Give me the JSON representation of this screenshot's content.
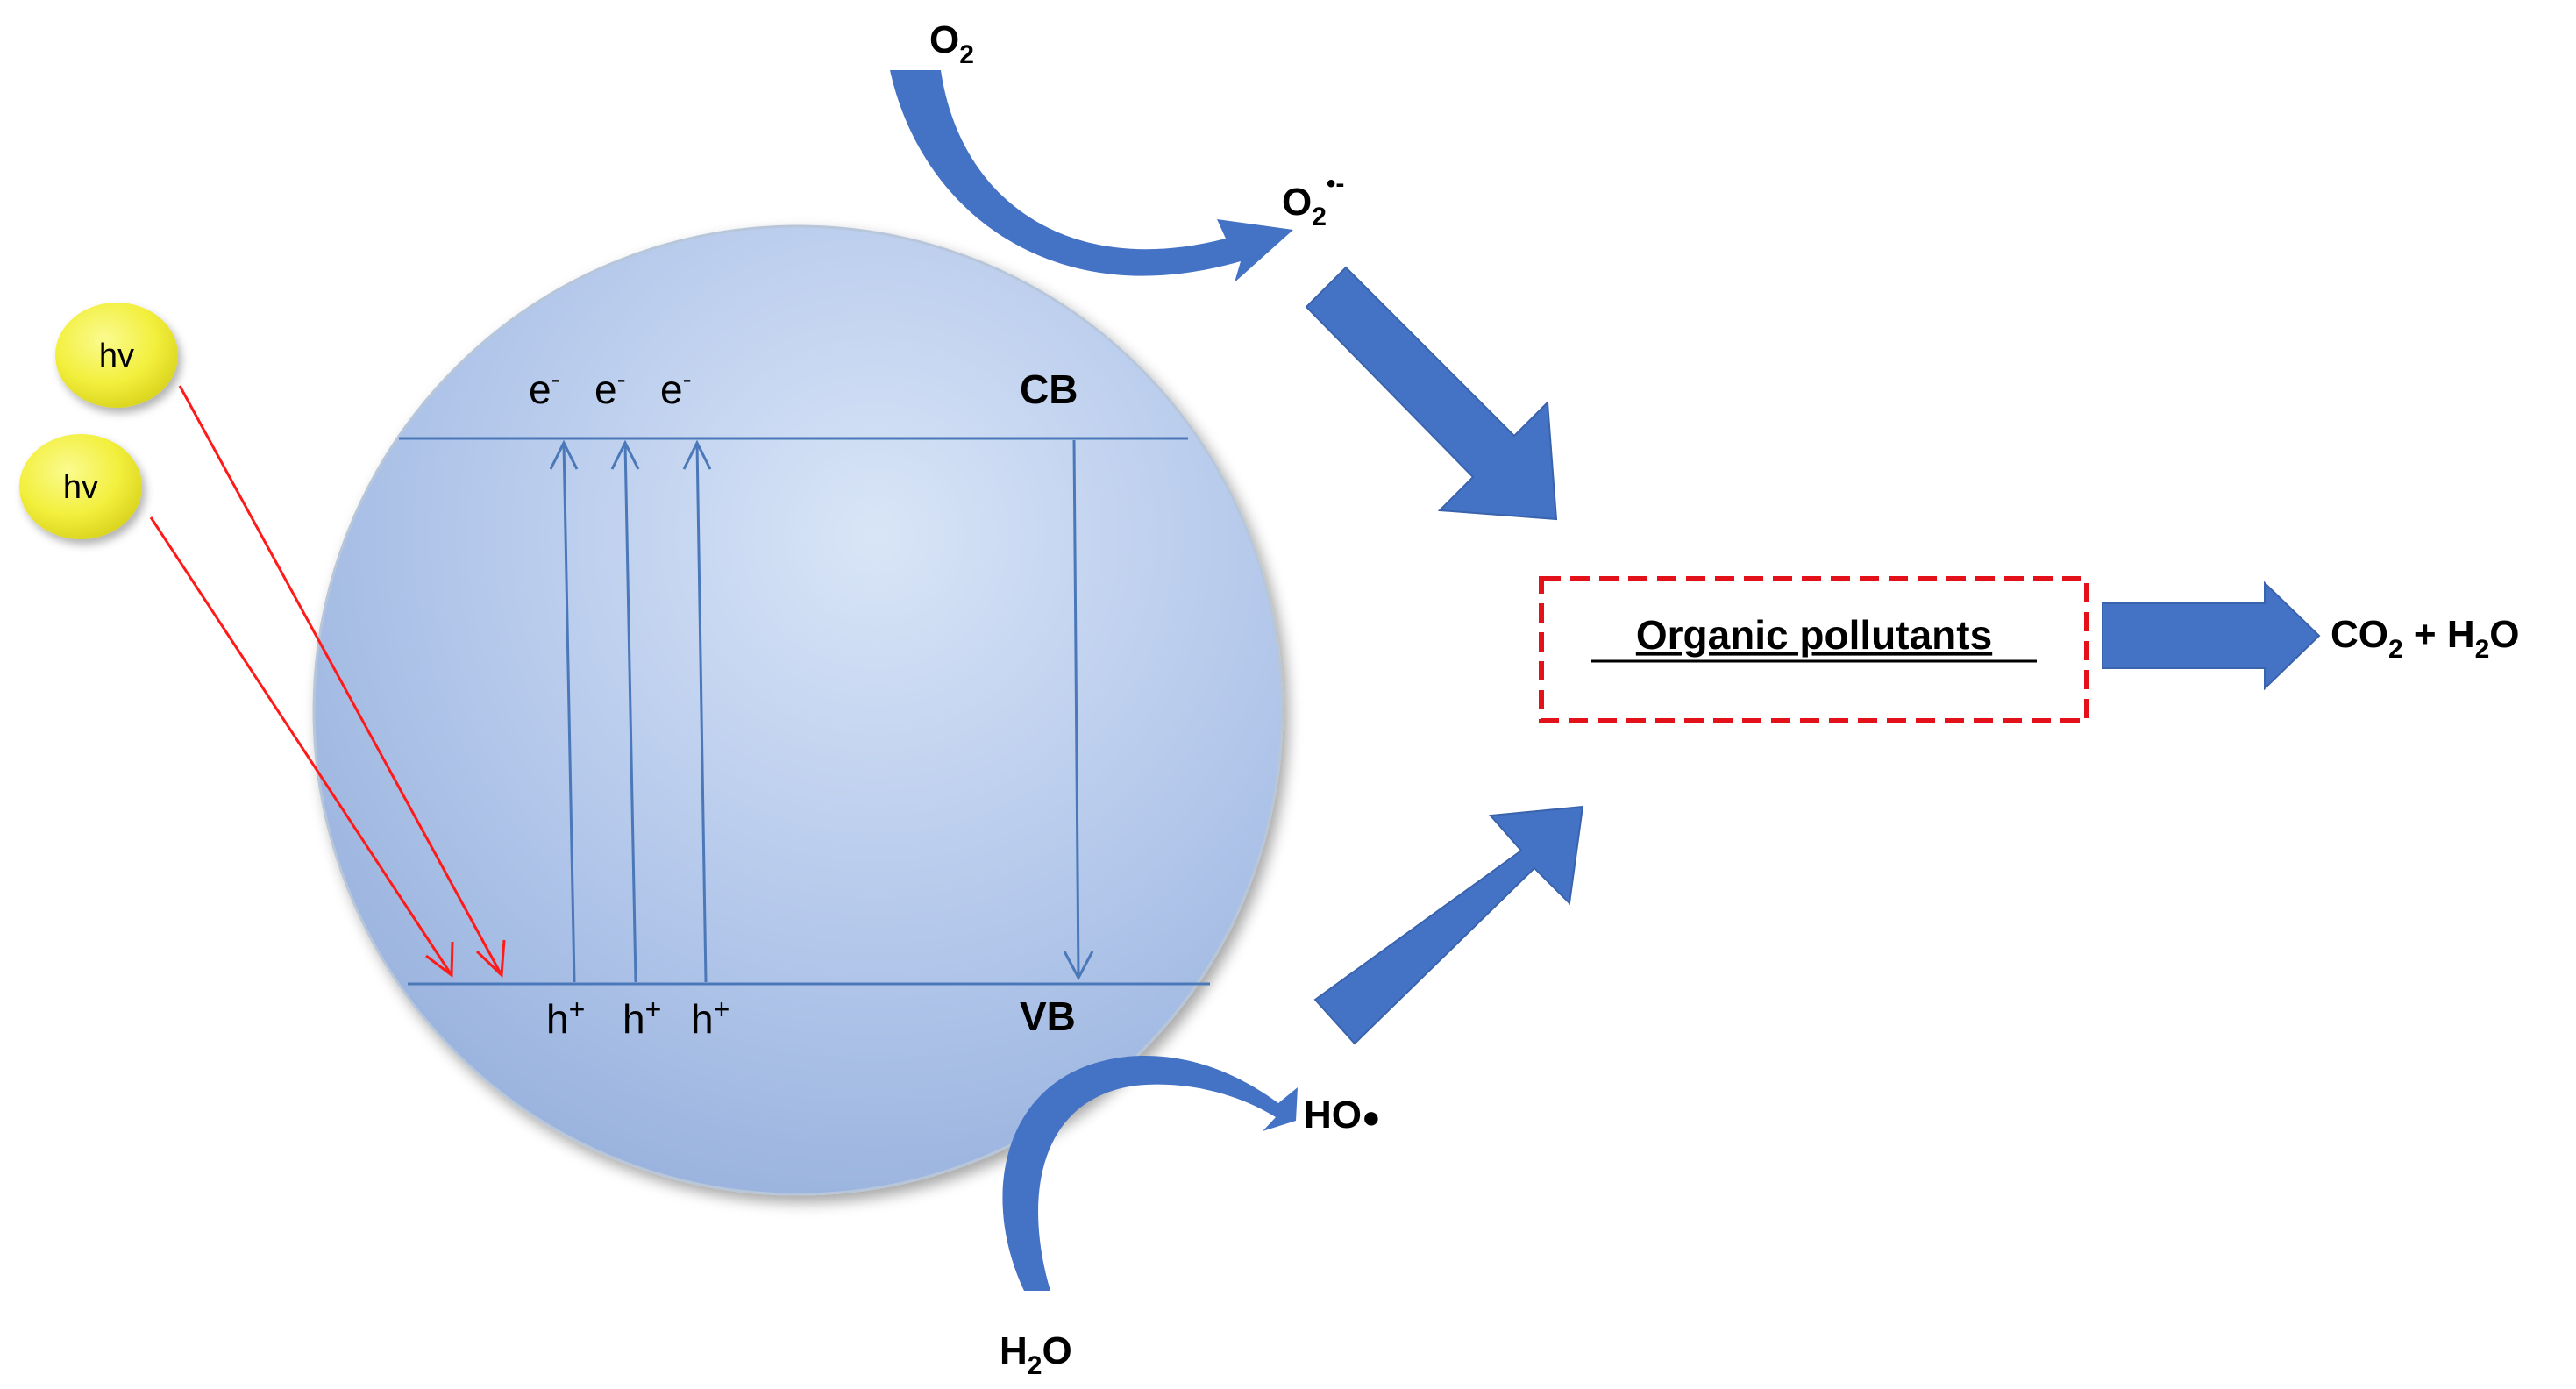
{
  "photon": {
    "label": "hv",
    "count": 2
  },
  "band": {
    "cb_label": "CB",
    "vb_label": "VB",
    "electron": {
      "base": "e",
      "sup": "-"
    },
    "hole": {
      "base": "h",
      "sup": "+"
    }
  },
  "species": {
    "oxygen": {
      "base": "O",
      "sub": "2"
    },
    "superoxide": {
      "base": "O",
      "sub": "2",
      "sup": "•-"
    },
    "water": {
      "base": "H",
      "sub": "2",
      "tail": "O"
    },
    "hydroxyl": {
      "base": "HO",
      "dot": "●"
    }
  },
  "box": {
    "label": "Organic pollutants"
  },
  "products": {
    "co": "CO",
    "sub1": "2",
    "mid": " + H",
    "sub2": "2",
    "tail": "O"
  },
  "colors": {
    "photon_fill": "#f4f14a",
    "light_arrow": "#ff1a1a",
    "band_line": "#4a78b8",
    "block_arrow": "#4472c4",
    "box_border": "#e3121a"
  }
}
